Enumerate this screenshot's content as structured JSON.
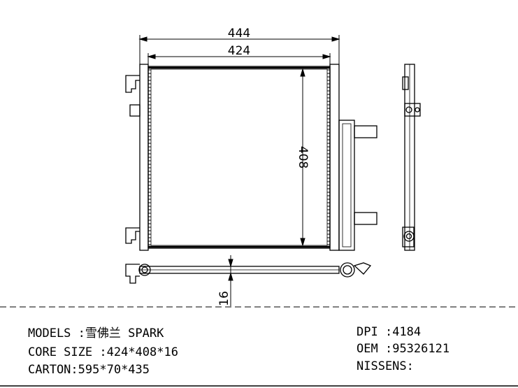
{
  "drawing": {
    "dim_overall_width": "444",
    "dim_core_width": "424",
    "dim_core_height": "408",
    "dim_thickness": "16"
  },
  "specs": {
    "models_label": "MODELS",
    "models_value": ":雪佛兰 SPARK",
    "core_size_label": "CORE SIZE",
    "core_size_value": ":424*408*16",
    "carton_label": "CARTON",
    "carton_value": ":595*70*435",
    "dpi_label": "DPI",
    "dpi_value": ":4184",
    "oem_label": "OEM",
    "oem_value": ":95326121",
    "nissens_label": "NISSENS",
    "nissens_value": ":"
  }
}
